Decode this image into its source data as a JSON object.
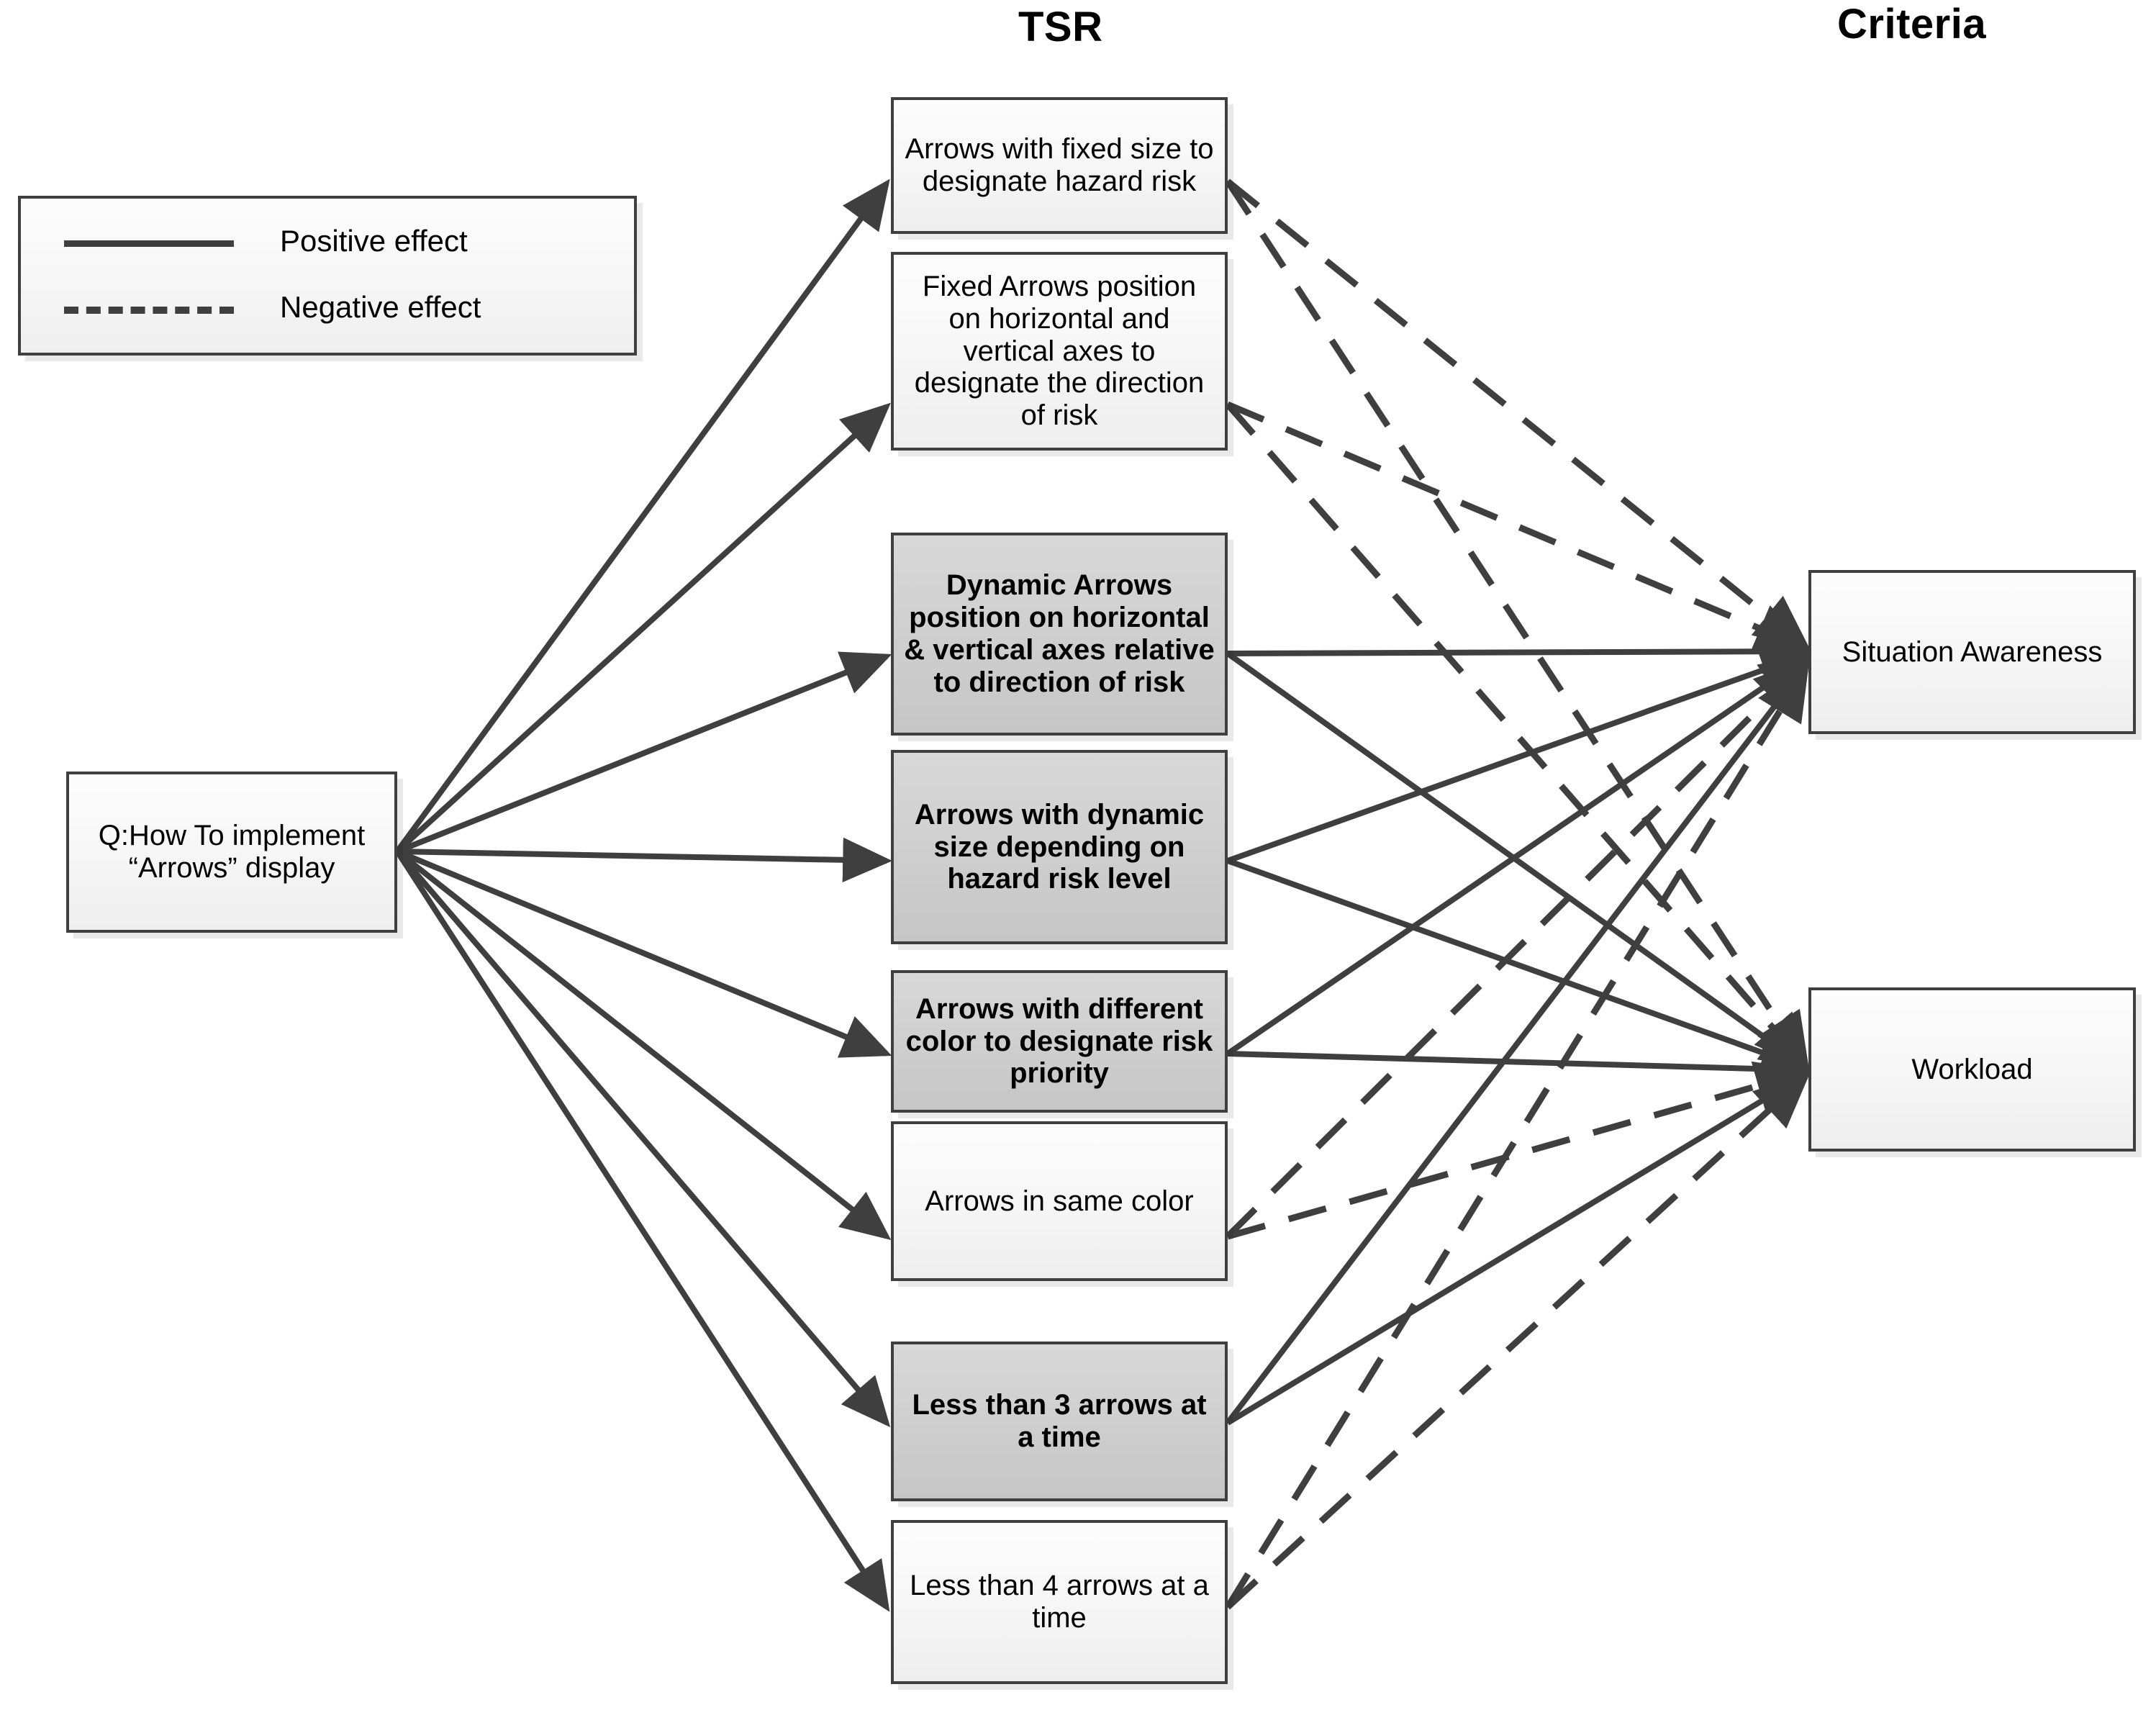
{
  "headers": {
    "tsr": "TSR",
    "criteria": "Criteria"
  },
  "legend": {
    "positive_label": "Positive effect",
    "negative_label": "Negative effect",
    "positive_style": "solid",
    "negative_style": "dashed",
    "line_color": "#3f3f3f"
  },
  "question_node": {
    "label": "Q:How To implement “Arrows” display"
  },
  "tsr_nodes": [
    {
      "id": "tsr1",
      "label": "Arrows with fixed size  to designate hazard  risk",
      "shaded": false
    },
    {
      "id": "tsr2",
      "label": "Fixed Arrows position on horizontal and vertical axes to designate the direction of risk",
      "shaded": false
    },
    {
      "id": "tsr3",
      "label": "Dynamic Arrows position on horizontal & vertical axes relative to direction of risk",
      "shaded": true
    },
    {
      "id": "tsr4",
      "label": "Arrows with dynamic size depending on hazard risk level",
      "shaded": true
    },
    {
      "id": "tsr5",
      "label": "Arrows  with different color  to designate risk priority",
      "shaded": true
    },
    {
      "id": "tsr6",
      "label": "Arrows  in same color",
      "shaded": false
    },
    {
      "id": "tsr7",
      "label": "Less than 3 arrows at a time",
      "shaded": true
    },
    {
      "id": "tsr8",
      "label": "Less than 4 arrows at a time",
      "shaded": false
    }
  ],
  "criteria_nodes": [
    {
      "id": "crit1",
      "label": "Situation Awareness"
    },
    {
      "id": "crit2",
      "label": "Workload"
    }
  ],
  "edges": {
    "question_to_tsr": [
      {
        "from": "question_node",
        "to": "tsr1",
        "effect": "positive"
      },
      {
        "from": "question_node",
        "to": "tsr2",
        "effect": "positive"
      },
      {
        "from": "question_node",
        "to": "tsr3",
        "effect": "positive"
      },
      {
        "from": "question_node",
        "to": "tsr4",
        "effect": "positive"
      },
      {
        "from": "question_node",
        "to": "tsr5",
        "effect": "positive"
      },
      {
        "from": "question_node",
        "to": "tsr6",
        "effect": "positive"
      },
      {
        "from": "question_node",
        "to": "tsr7",
        "effect": "positive"
      },
      {
        "from": "question_node",
        "to": "tsr8",
        "effect": "positive"
      }
    ],
    "tsr_to_criteria": [
      {
        "from": "tsr1",
        "to": "crit1",
        "effect": "negative"
      },
      {
        "from": "tsr1",
        "to": "crit2",
        "effect": "negative"
      },
      {
        "from": "tsr2",
        "to": "crit1",
        "effect": "negative"
      },
      {
        "from": "tsr2",
        "to": "crit2",
        "effect": "negative"
      },
      {
        "from": "tsr3",
        "to": "crit1",
        "effect": "positive"
      },
      {
        "from": "tsr3",
        "to": "crit2",
        "effect": "positive"
      },
      {
        "from": "tsr4",
        "to": "crit1",
        "effect": "positive"
      },
      {
        "from": "tsr4",
        "to": "crit2",
        "effect": "positive"
      },
      {
        "from": "tsr5",
        "to": "crit1",
        "effect": "positive"
      },
      {
        "from": "tsr5",
        "to": "crit2",
        "effect": "positive"
      },
      {
        "from": "tsr6",
        "to": "crit1",
        "effect": "negative"
      },
      {
        "from": "tsr6",
        "to": "crit2",
        "effect": "negative"
      },
      {
        "from": "tsr7",
        "to": "crit1",
        "effect": "positive"
      },
      {
        "from": "tsr7",
        "to": "crit2",
        "effect": "positive"
      },
      {
        "from": "tsr8",
        "to": "crit1",
        "effect": "negative"
      },
      {
        "from": "tsr8",
        "to": "crit2",
        "effect": "negative"
      }
    ]
  }
}
